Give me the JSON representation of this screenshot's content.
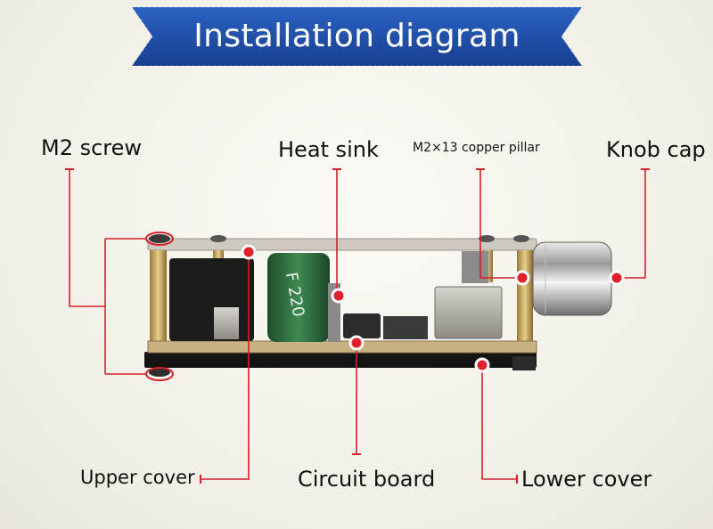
{
  "title": "Installation diagram",
  "colors": {
    "banner": "#1f4fa8",
    "leader": "#d4202a",
    "marker": "#e0202a"
  },
  "labels": {
    "m2_screw": "M2 screw",
    "heat_sink": "Heat sink",
    "copper_pillar": "M2×13 copper pillar",
    "knob_cap": "Knob cap",
    "upper_cover": "Upper cover",
    "circuit_board": "Circuit board",
    "lower_cover": "Lower cover"
  },
  "capacitor_marking": "F 220"
}
